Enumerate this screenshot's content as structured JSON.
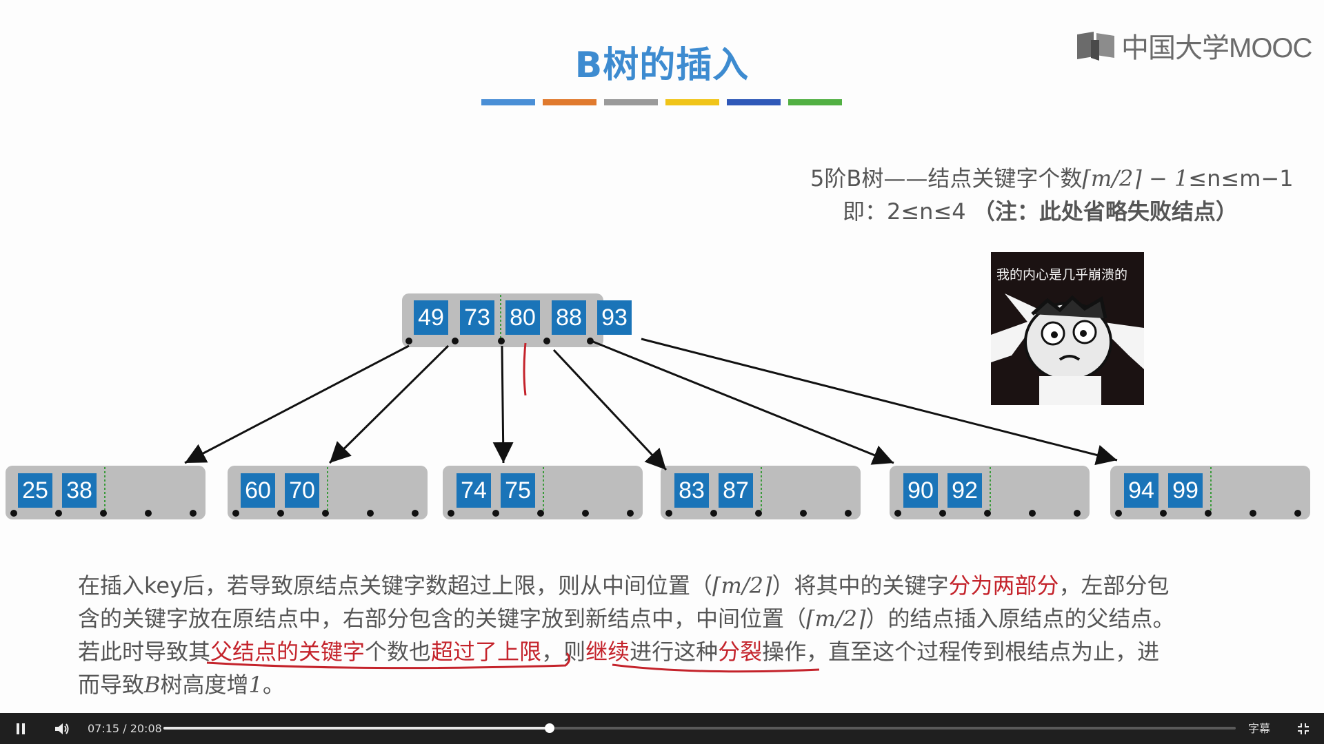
{
  "slide": {
    "title": "B树的插入",
    "title_bar_colors": [
      "#4a8fd6",
      "#e07a2e",
      "#9a9a9a",
      "#f0c419",
      "#2f58b8",
      "#52b043"
    ],
    "logo_text": "中国大学MOOC",
    "note_line1_a": "5阶B树——结点关键字个数",
    "note_line1_b": "⌈m/2⌉ − 1",
    "note_line1_c": "≤n≤m−1",
    "note_line2_a": "即：2≤n≤4",
    "note_line2_b": "（注：此处省略失败结点）",
    "meme_caption": "我的内心是几乎崩溃的"
  },
  "tree": {
    "root_keys": [
      "49",
      "73",
      "80",
      "88",
      "93"
    ],
    "children": [
      [
        "25",
        "38"
      ],
      [
        "60",
        "70"
      ],
      [
        "74",
        "75"
      ],
      [
        "83",
        "87"
      ],
      [
        "90",
        "92"
      ],
      [
        "94",
        "99"
      ]
    ],
    "key_color": "#1a74b8",
    "node_color": "#bdbdbd"
  },
  "paragraph": {
    "l1_a": "在插入key后，若导致原结点关键字数超过上限，则从中间位置（",
    "l1_b": "⌈m/2⌉",
    "l1_c": "）将其中的关键字",
    "l1_d": "分为两部分",
    "l1_e": "，左部分包",
    "l2_a": "含的关键字放在原结点中，右部分包含的关键字放到新结点中，中间位置（",
    "l2_b": "⌈m/2⌉",
    "l2_c": "）的结点插入原结点的父结点。",
    "l3_a": "若此时导致其",
    "l3_b": "父结点的关键字",
    "l3_c": "个数也",
    "l3_d": "超过了上限",
    "l3_e": "，则",
    "l3_f": "继续",
    "l3_g": "进行这种",
    "l3_h": "分裂",
    "l3_i": "操作，直至这个过程传到根结点为止，进",
    "l4_a": "而导致",
    "l4_b": "B",
    "l4_c": "树高度增",
    "l4_d": "1",
    "l4_e": "。"
  },
  "player": {
    "current_time": "07:15",
    "separator": "/",
    "duration": "20:08",
    "progress": 0.36,
    "subtitle_label": "字幕",
    "play_icon": "pause-icon",
    "volume_icon": "volume-icon",
    "fullscreen_icon": "exit-fullscreen-icon"
  }
}
